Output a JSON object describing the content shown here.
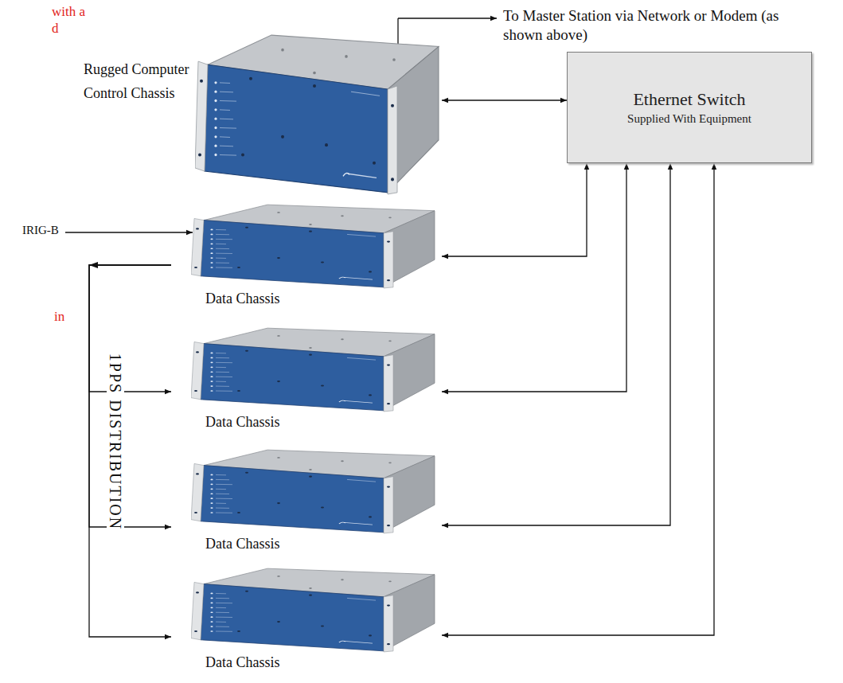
{
  "diagram": {
    "nodes": [
      {
        "text": [
          "Rugged Computer Control Chassis"
        ]
      },
      {
        "text": [
          "Ethernet Switch",
          "Supplied With Equipment"
        ]
      },
      {
        "text": [
          "Data Chassis"
        ]
      },
      {
        "text": [
          "Data Chassis"
        ]
      },
      {
        "text": [
          "Data Chassis"
        ]
      },
      {
        "text": [
          "Data Chassis"
        ]
      }
    ],
    "edges": [
      {
        "from": 0,
        "to": 1,
        "arrow": "both"
      },
      {
        "from": 2,
        "to": 1,
        "arrow": "both"
      },
      {
        "from": 3,
        "to": 1,
        "arrow": "both"
      },
      {
        "from": 4,
        "to": 1,
        "arrow": "both"
      },
      {
        "from": 5,
        "to": 1,
        "arrow": "both"
      },
      {
        "from": 2,
        "to": 3,
        "arrow": "to"
      },
      {
        "from": 2,
        "to": 4,
        "arrow": "to"
      },
      {
        "from": 2,
        "to": 5,
        "arrow": "to"
      }
    ],
    "labels": [
      "with a",
      "d",
      "To Master Station via Network or Modem (as shown above)",
      "IRIG-B",
      "in",
      "1PPS DISTRIBUTION"
    ]
  }
}
